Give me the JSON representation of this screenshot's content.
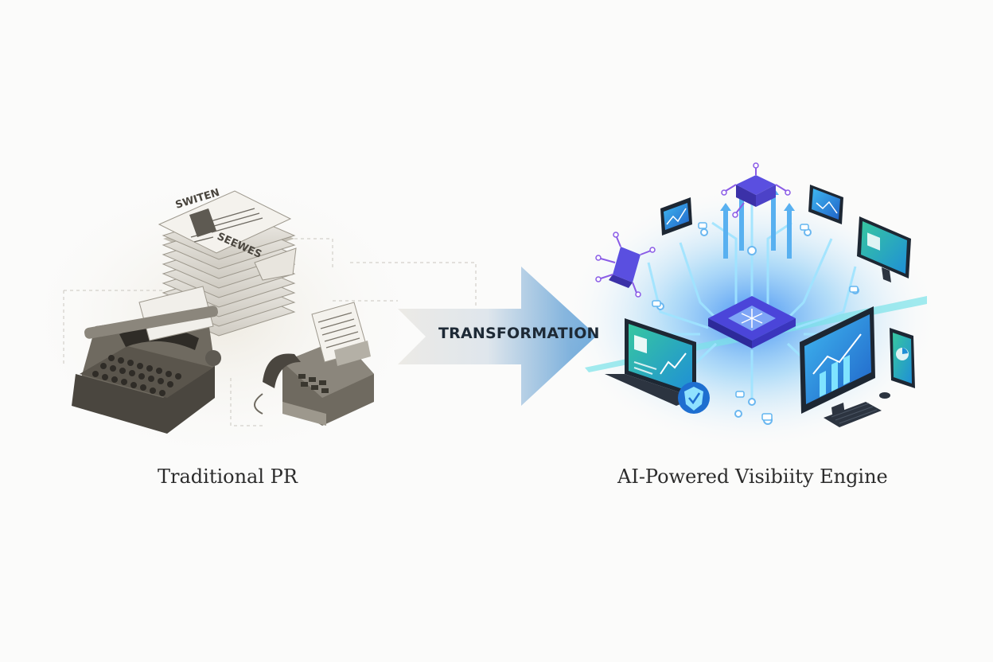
{
  "left": {
    "caption": "Traditional PR",
    "newspaper_header_top": "SWITEN",
    "newspaper_header_bottom": "SEEWES"
  },
  "arrow": {
    "label": "TRANSFORMATION"
  },
  "right": {
    "caption": "AI-Powered Visibiity Engine"
  },
  "colors": {
    "arrow_start": "#e9ecee",
    "arrow_end": "#6fa8d6",
    "vintage_dark": "#5e5a52",
    "vintage_light": "#d9d5cb",
    "tech_blue": "#2f7de6",
    "tech_cyan": "#36d6e6",
    "tech_green": "#2ec28e",
    "tech_purple": "#8a5be6"
  },
  "icons": [
    "newspaper-stack-icon",
    "typewriter-icon",
    "fax-machine-icon",
    "transformation-arrow-icon",
    "ai-chip-icon",
    "monitor-icon",
    "laptop-icon",
    "tablet-icon",
    "phone-icon",
    "keyboard-icon",
    "shield-icon"
  ]
}
